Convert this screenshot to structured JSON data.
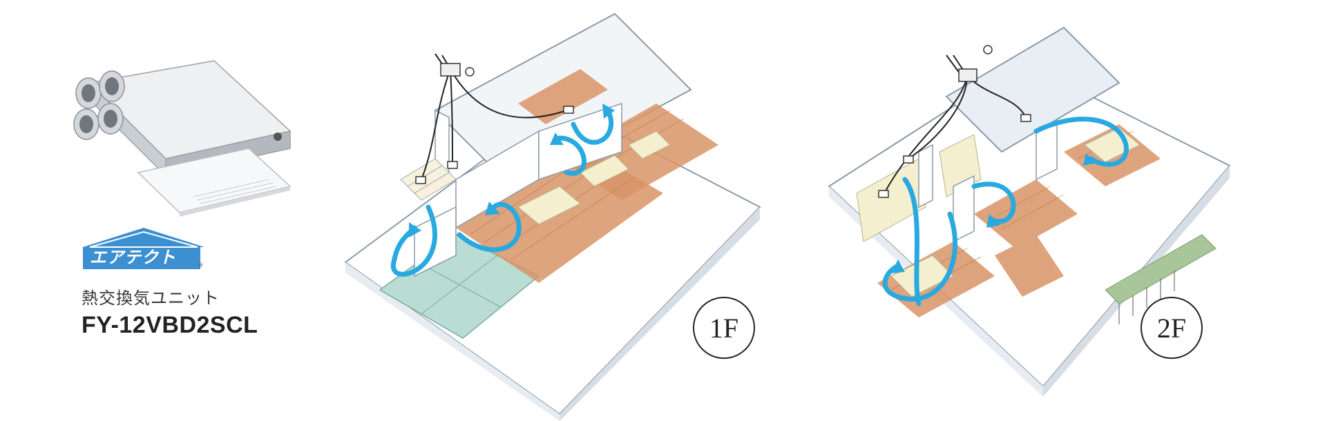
{
  "product": {
    "logo_text": "エアテクト",
    "logo_reg": "®",
    "subtitle": "熱交換気ユニット",
    "model": "FY-12VBD2SCL"
  },
  "floors": [
    {
      "label": "1F"
    },
    {
      "label": "2F"
    }
  ],
  "colors": {
    "airflow": "#29a9e0",
    "wall": "#ffffff",
    "wall_shade": "#e6ecf2",
    "floor_wood": "#d89466",
    "tatami": "#b9ddd3",
    "cream": "#f4efcf",
    "logo_blue": "#3c8fd0",
    "duct_line": "#222222"
  }
}
